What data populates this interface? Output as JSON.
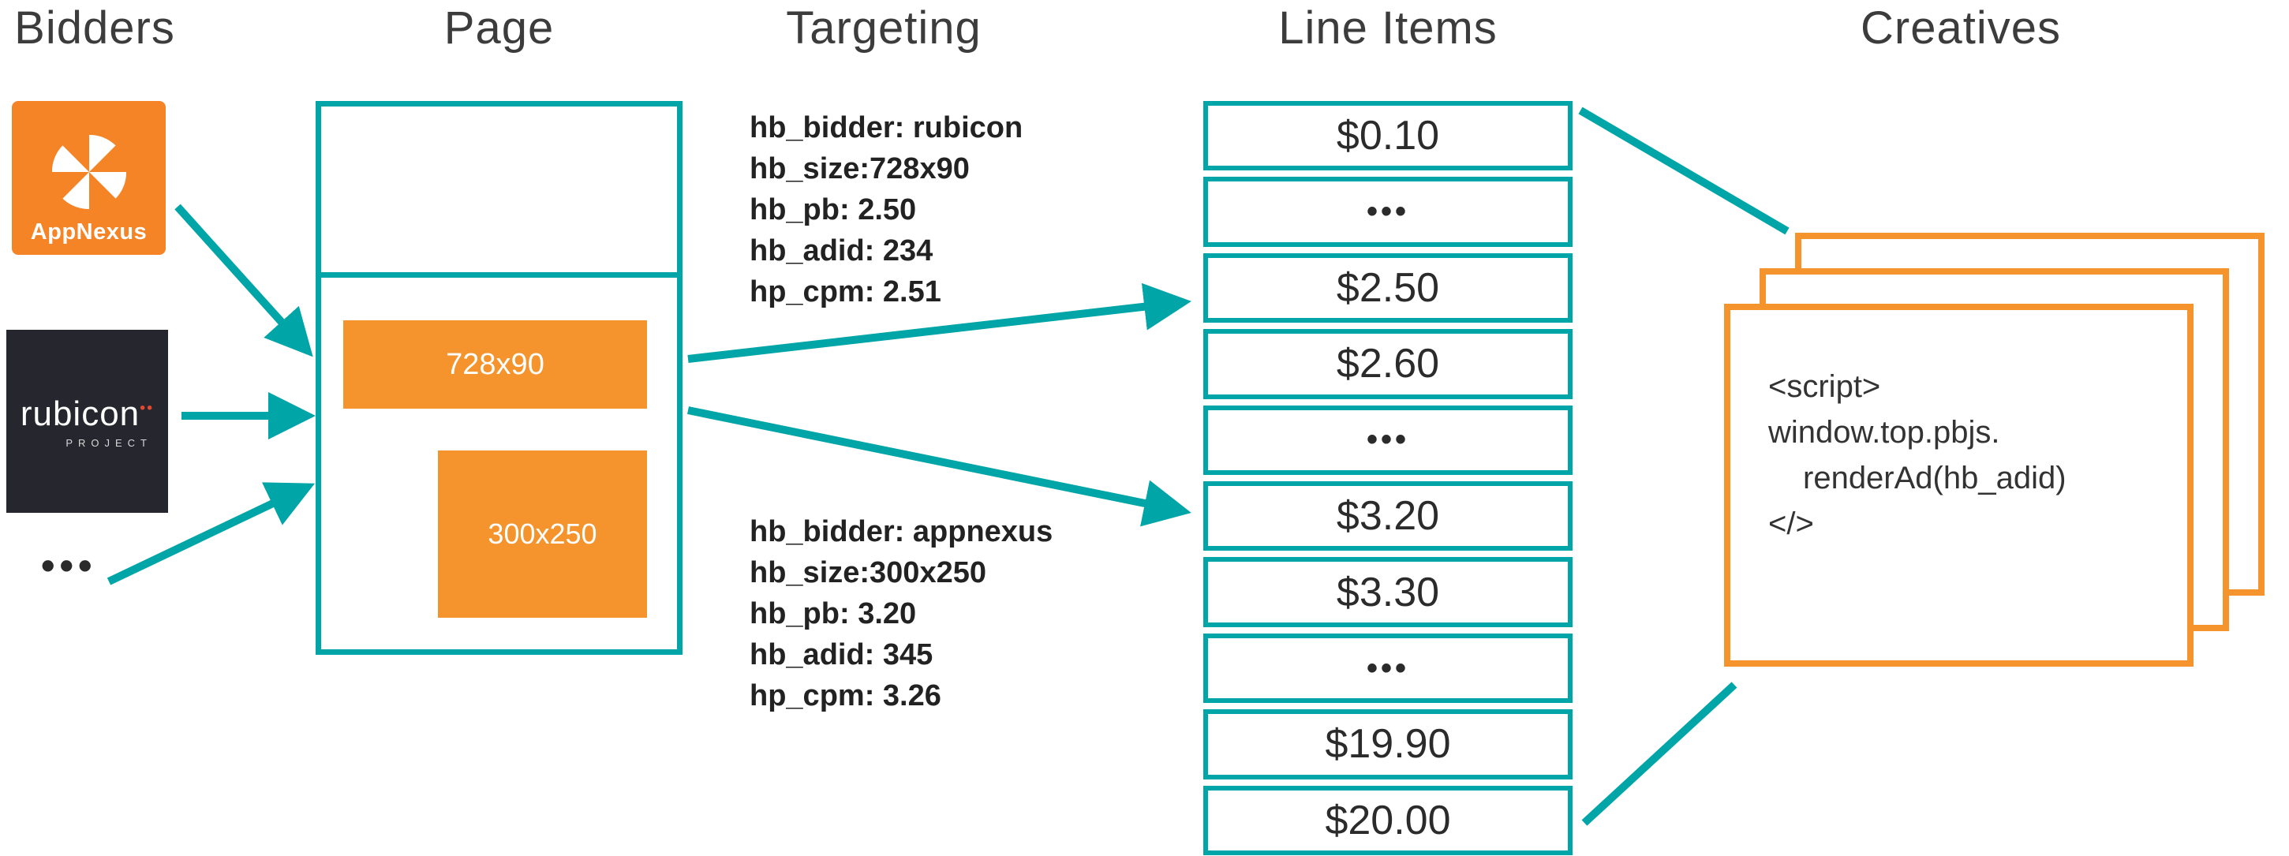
{
  "columns": {
    "bidders": "Bidders",
    "page": "Page",
    "targeting": "Targeting",
    "line_items": "Line Items",
    "creatives": "Creatives"
  },
  "bidders": {
    "appnexus": "AppNexus",
    "rubicon": "rubicon",
    "rubicon_sub": "PROJECT",
    "more": "•••"
  },
  "page": {
    "slot_728x90": "728x90",
    "slot_300x250": "300x250"
  },
  "targeting": {
    "rubicon": [
      "hb_bidder: rubicon",
      "hb_size:728x90",
      "hb_pb: 2.50",
      "hb_adid: 234",
      "hp_cpm: 2.51"
    ],
    "appnexus": [
      "hb_bidder: appnexus",
      "hb_size:300x250",
      "hb_pb: 3.20",
      "hb_adid: 345",
      "hp_cpm: 3.26"
    ]
  },
  "line_items": {
    "rows": [
      "$0.10",
      "•••",
      "$2.50",
      "$2.60",
      "•••",
      "$3.20",
      "$3.30",
      "•••",
      "$19.90",
      "$20.00"
    ]
  },
  "creatives": {
    "code": [
      "<script>",
      "window.top.pbjs.",
      "renderAd(hb_adid)",
      "</>"
    ]
  },
  "colors": {
    "teal": "#00A5A8",
    "orange": "#F5942C",
    "text": "#2B2B2B"
  }
}
